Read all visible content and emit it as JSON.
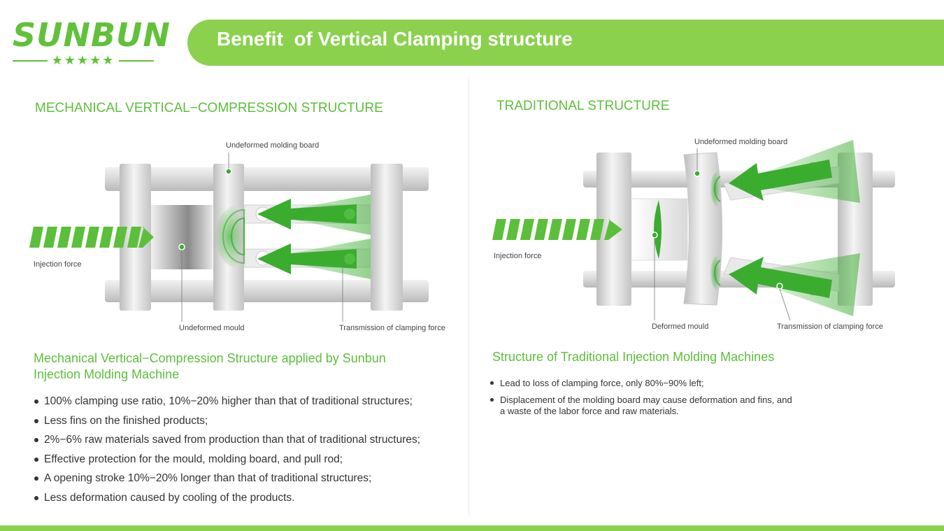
{
  "colors": {
    "brand_green": "#61c13a",
    "banner_green": "#8bd14e",
    "arrow_green": "#3aad2f",
    "text_green": "#5cbf3b",
    "steel_light": "#e8e8e8",
    "steel_dark": "#9a9a9a"
  },
  "logo": {
    "word": "SUNBUN",
    "stars": "★★★★★"
  },
  "header": {
    "title": "Benefit  of Vertical Clamping structure"
  },
  "left": {
    "heading": "MECHANICAL VERTICAL−COMPRESSION STRUCTURE",
    "diagram_labels": {
      "top": "Undeformed molding board",
      "injection": "Injection force",
      "bottom_mould": "Undeformed mould",
      "bottom_transmission": "Transmission of clamping force"
    },
    "subheading": "Mechanical Vertical−Compression Structure applied by Sunbun Injection Molding Machine",
    "bullets": [
      "100% clamping use ratio, 10%−20% higher than that of traditional structures;",
      "Less fins on the finished products;",
      "2%−6% raw materials saved from production than that of traditional structures;",
      "Effective protection for the mould, molding board, and pull rod;",
      "A opening stroke 10%−20% longer than that of traditional structures;",
      "Less deformation caused by cooling of the products."
    ]
  },
  "right": {
    "heading": "TRADITIONAL STRUCTURE",
    "diagram_labels": {
      "top": "Undeformed molding board",
      "injection": "Injection force",
      "bottom_mould": "Deformed mould",
      "bottom_transmission": "Transmission of clamping force"
    },
    "subheading": "Structure of Traditional Injection Molding Machines",
    "bullets": [
      "Lead to loss of clamping force, only 80%−90% left;",
      "Displacement of the molding board may cause deformation and fins, and a waste of the labor force and raw materials."
    ]
  }
}
